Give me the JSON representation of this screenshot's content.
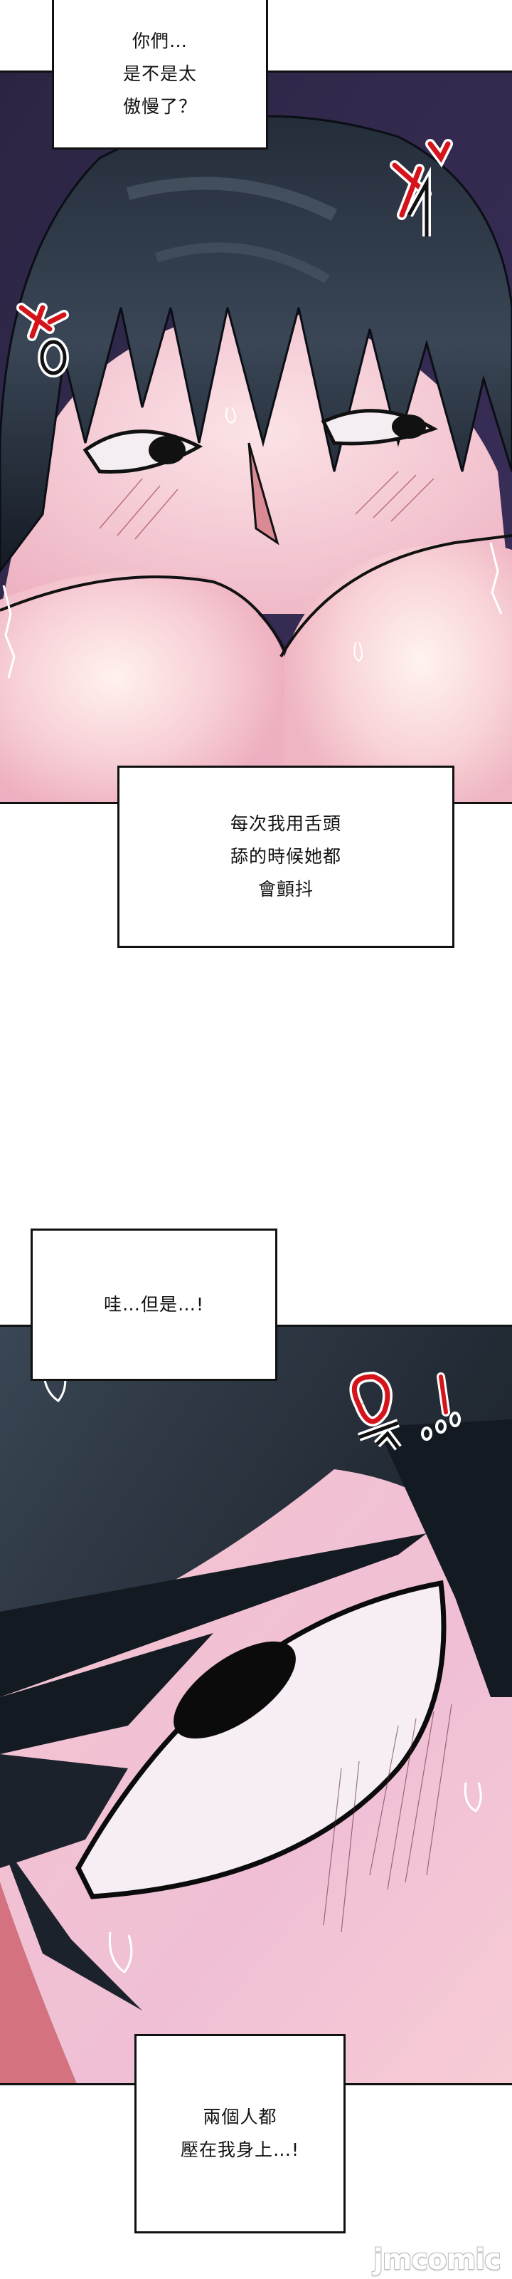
{
  "captions": [
    {
      "id": "caption-1",
      "lines": [
        "你們…",
        "是不是太",
        "傲慢了？"
      ]
    },
    {
      "id": "caption-2",
      "lines": [
        "每次我用舌頭",
        "舔的時候她都",
        "會顫抖"
      ]
    },
    {
      "id": "caption-3",
      "lines": [
        "哇…但是…!"
      ]
    },
    {
      "id": "caption-4",
      "lines": [
        "兩個人都",
        "壓在我身上…!"
      ]
    }
  ],
  "panels": [
    {
      "id": "panel-1",
      "scene": "close-up of black-haired young man with face between chest, sweating and blushing",
      "background_color": "#33294f",
      "hair_color": "#1b2430",
      "skin_color": "#f3c6d0",
      "sound_effects": [
        "red hangul sound effect left",
        "red hangul sound effect top-right",
        "trembling marks"
      ]
    },
    {
      "id": "panel-2",
      "scene": "extreme close-up of wide-eyed face with black hair and blush lines",
      "background_color": "#2a313a",
      "hair_color": "#1c232c",
      "skin_color": "#f2bdcc",
      "sound_effects": [
        "red hangul sound effect with dots and exclamation"
      ]
    }
  ],
  "watermark": {
    "text": "jmcomic"
  }
}
